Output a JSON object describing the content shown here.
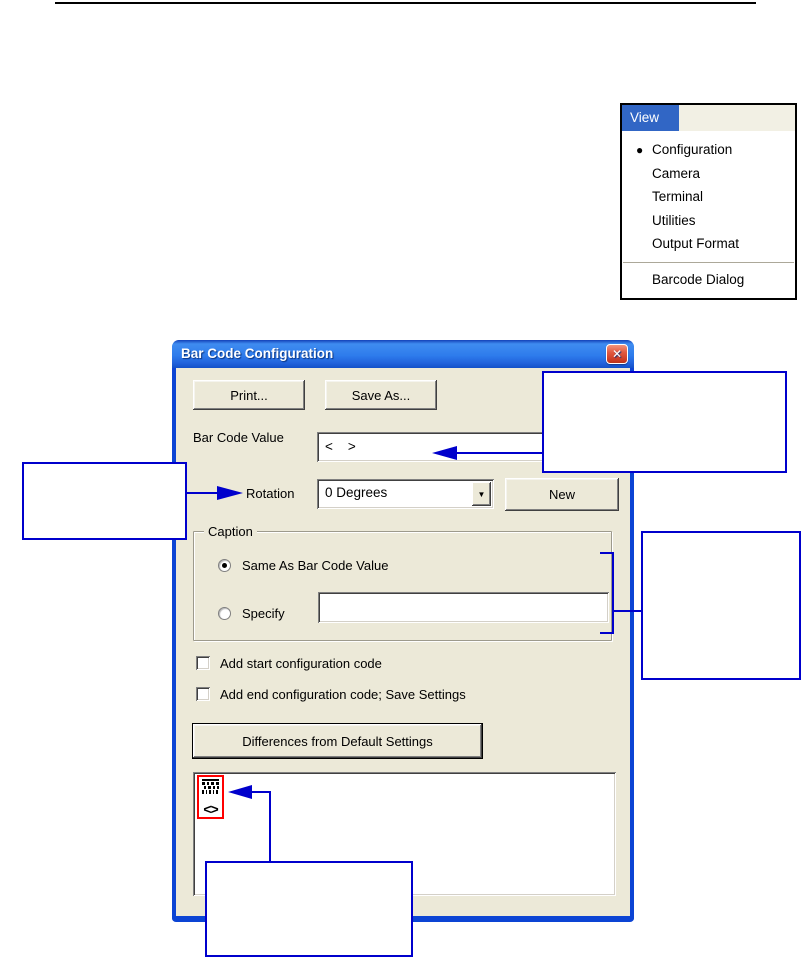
{
  "view_menu": {
    "title": "View",
    "items": [
      {
        "label": "Configuration",
        "bulleted": true
      },
      {
        "label": "Camera",
        "bulleted": false
      },
      {
        "label": "Terminal",
        "bulleted": false
      },
      {
        "label": "Utilities",
        "bulleted": false
      },
      {
        "label": "Output Format",
        "bulleted": false
      }
    ],
    "footer_item": "Barcode Dialog"
  },
  "dialog": {
    "title": "Bar Code Configuration",
    "buttons": {
      "print": "Print...",
      "save_as": "Save As...",
      "new": "New",
      "differences": "Differences from Default Settings"
    },
    "bar_code_value": {
      "label": "Bar Code Value",
      "value": "<    >"
    },
    "rotation": {
      "label": "Rotation",
      "value": "0 Degrees"
    },
    "caption_group": {
      "label": "Caption",
      "radio_same": {
        "label": "Same As Bar Code Value",
        "selected": true
      },
      "radio_specify": {
        "label": "Specify",
        "selected": false,
        "value": ""
      }
    },
    "checkboxes": [
      {
        "label": "Add start configuration code",
        "checked": false
      },
      {
        "label": "Add end configuration code; Save Settings",
        "checked": false
      }
    ],
    "list": {
      "item_caption": "<>"
    }
  },
  "icons": {
    "close": "✕",
    "dropdown": "▼",
    "bullet": "●"
  },
  "colors": {
    "annotation_blue": "#0000CC",
    "window_border_blue": "#0C44D4",
    "menu_highlight_blue": "#3166C5",
    "selection_red": "#FF0000",
    "dialog_face": "#ECE9D8"
  }
}
